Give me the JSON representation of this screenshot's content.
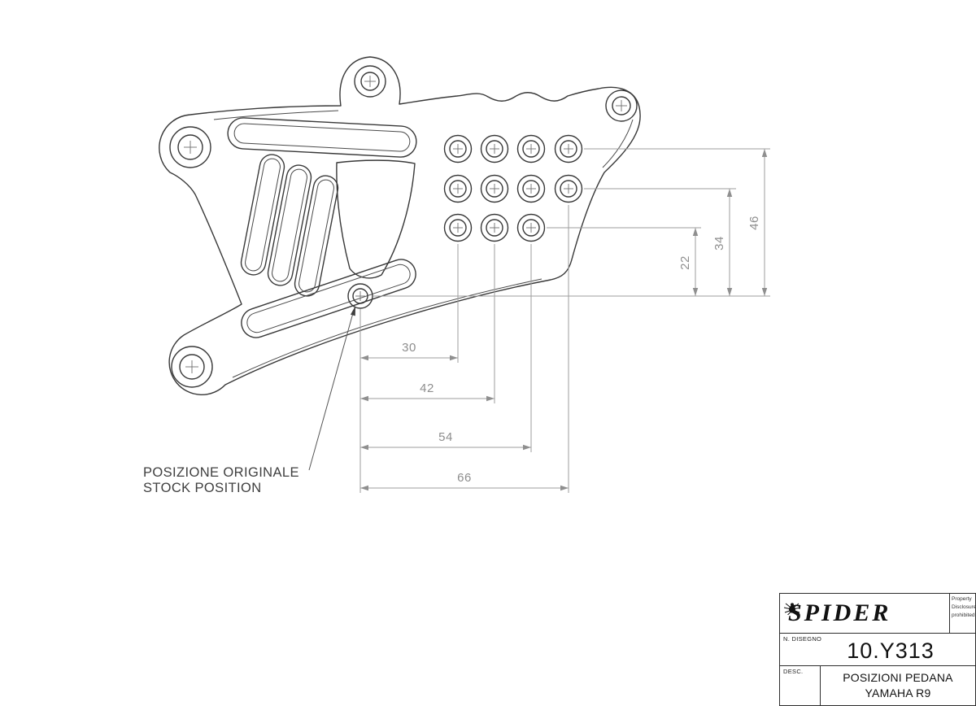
{
  "drawing": {
    "dim_h": [
      {
        "value": "30"
      },
      {
        "value": "42"
      },
      {
        "value": "54"
      },
      {
        "value": "66"
      }
    ],
    "dim_v": [
      {
        "value": "22"
      },
      {
        "value": "34"
      },
      {
        "value": "46"
      }
    ],
    "callout_line1": "POSIZIONE ORIGINALE",
    "callout_line2": "STOCK POSITION"
  },
  "title_block": {
    "logo": "SPIDER",
    "fine_print": [
      "Property",
      "Disclosure",
      "prohibited"
    ],
    "drawing_no_label": "N. DISEGNO",
    "drawing_no": "10.Y313",
    "desc_label": "DESC.",
    "desc_line1": "POSIZIONI PEDANA",
    "desc_line2": "YAMAHA R9"
  },
  "colors": {
    "part_line": "#383838",
    "dimension_line": "#9e9e9e",
    "background": "#ffffff"
  }
}
